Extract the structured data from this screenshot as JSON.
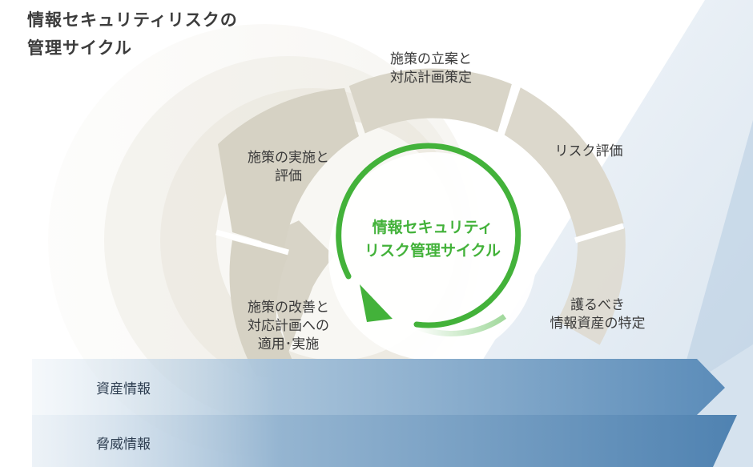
{
  "title": {
    "line1": "情報セキュリティリスクの",
    "line2": "管理サイクル"
  },
  "cycle": {
    "center": {
      "line1": "情報セキュリティ",
      "line2": "リスク管理サイクル"
    },
    "steps": [
      {
        "line1": "施策の立案と",
        "line2": "対応計画策定"
      },
      {
        "line1": "リスク評価"
      },
      {
        "line1": "護るべき",
        "line2": "情報資産の特定"
      },
      {
        "line1": "施策の改善と",
        "line2": "対応計画への",
        "line3": "適用･実施"
      },
      {
        "line1": "施策の実施と",
        "line2": "評価"
      }
    ]
  },
  "bands": [
    {
      "label": "資産情報"
    },
    {
      "label": "脅威情報"
    }
  ],
  "colors": {
    "segment": "#dcd8cc",
    "accent": "#43b23a",
    "band": "#5e8fbb",
    "title": "#3c3c3c"
  }
}
